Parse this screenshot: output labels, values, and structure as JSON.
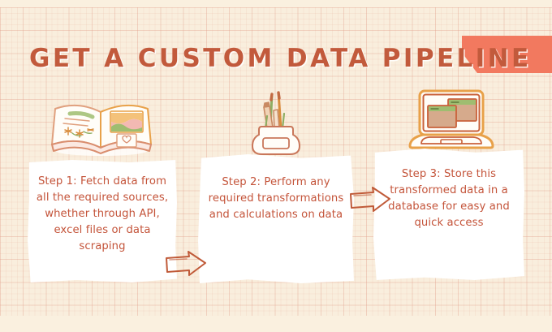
{
  "poster": {
    "title": "GET A CUSTOM DATA PIPELINE",
    "background_color": "#f9eedd",
    "grid_line_color": "#e2a08c",
    "accent_color": "#c25a3c",
    "ribbon_color": "#f2795f",
    "card_color": "#ffffff",
    "body_text_color": "#c4543a"
  },
  "ribbon": {
    "label": "",
    "color": "#f2795f"
  },
  "illustrations": [
    {
      "name": "open-book-icon",
      "caption": "open book with pressed flowers and photo"
    },
    {
      "name": "pencil-jar-icon",
      "caption": "jar of paintbrushes and pencils"
    },
    {
      "name": "laptop-icon",
      "caption": "laptop with two open windows"
    }
  ],
  "steps": [
    {
      "number": "1",
      "text": "Step 1: Fetch data from all the required sources, whether through API, excel files or data scraping"
    },
    {
      "number": "2",
      "text": "Step 2: Perform any required transformations and calculations on data"
    },
    {
      "number": "3",
      "text": "Step 3: Store this transformed data in a database for easy and quick access"
    }
  ],
  "arrows": [
    {
      "name": "arrow-step1-to-step2",
      "direction": "right"
    },
    {
      "name": "arrow-step2-to-step3",
      "direction": "right"
    }
  ]
}
